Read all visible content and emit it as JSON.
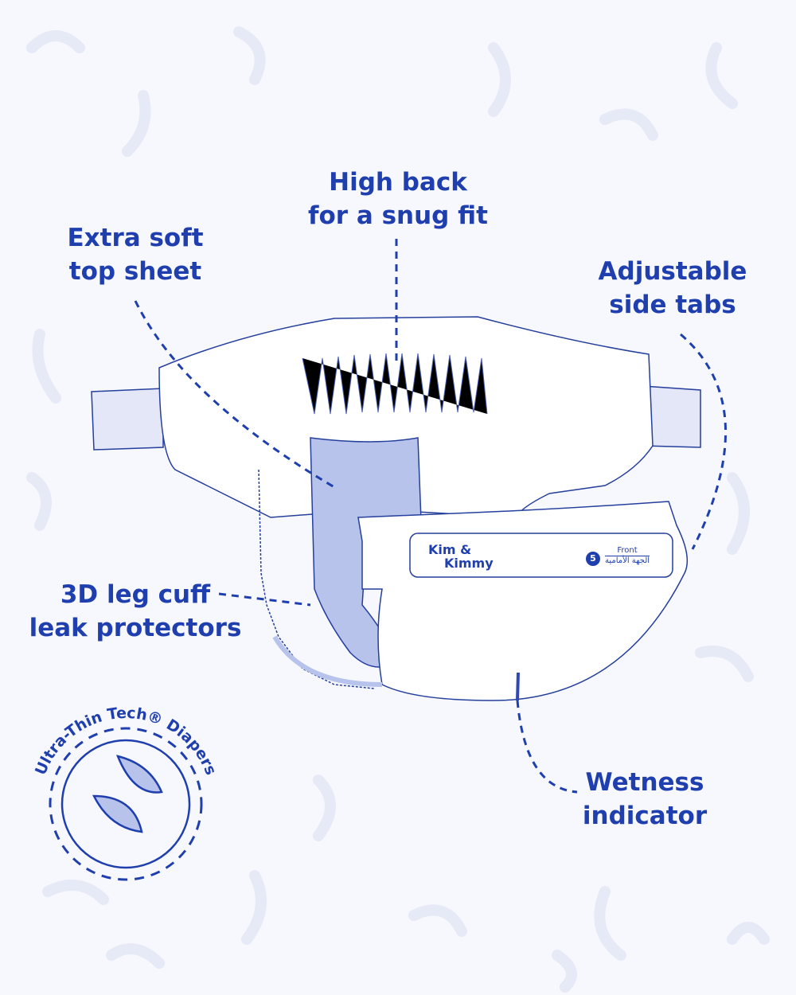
{
  "labels": {
    "high_back": [
      "High back",
      "for a snug fit"
    ],
    "top_sheet": [
      "Extra soft",
      "top sheet"
    ],
    "side_tabs": [
      "Adjustable",
      "side tabs"
    ],
    "leg_cuff": [
      "3D leg cuff",
      "leak protectors"
    ],
    "wetness": [
      "Wetness",
      "indicator"
    ]
  },
  "badge": {
    "text": "Ultra-Thin Tech® Diapers"
  },
  "diaper_label": {
    "brand_line1": "Kim &",
    "brand_line2": "Kimmy",
    "size": "5",
    "front_en": "Front",
    "front_ar": "الجهة الأمامية"
  },
  "colors": {
    "primary": "#1f3fae",
    "fill": "#b8c3ec",
    "background": "#f7f8fd"
  }
}
